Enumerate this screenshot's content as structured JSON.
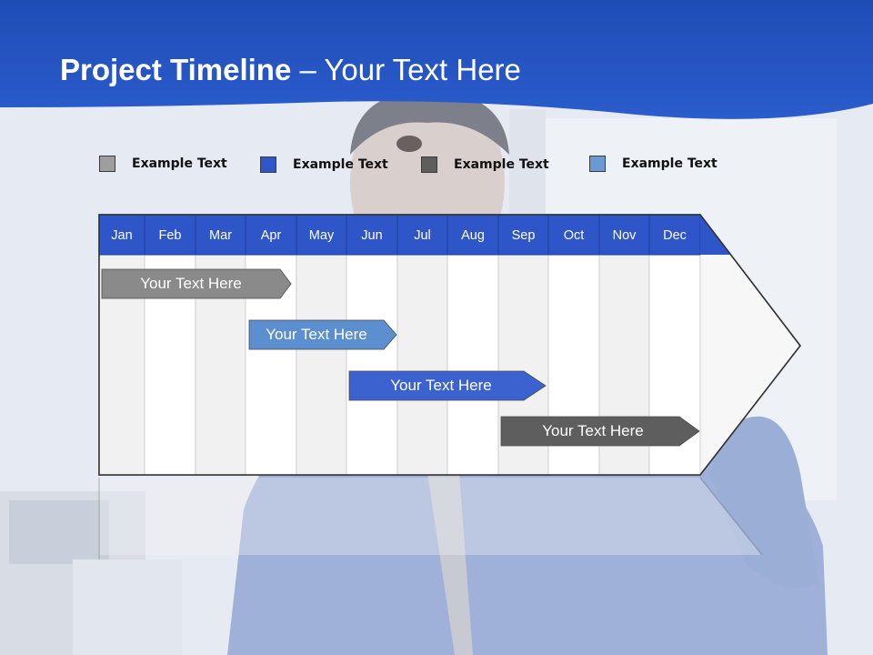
{
  "slide": {
    "title_bold": "Project Timeline",
    "title_rest": " – Your Text Here"
  },
  "legend": [
    {
      "label": "Example Text",
      "color": "#9e9e9e"
    },
    {
      "label": "Example Text",
      "color": "#2f56c8"
    },
    {
      "label": "Example Text",
      "color": "#5e5e5e"
    },
    {
      "label": "Example Text",
      "color": "#6a9ad4"
    }
  ],
  "timeline": {
    "header_color": "#2f56c8",
    "months": [
      "Jan",
      "Feb",
      "Mar",
      "Apr",
      "May",
      "Jun",
      "Jul",
      "Aug",
      "Sep",
      "Oct",
      "Nov",
      "Dec"
    ],
    "tasks": [
      {
        "label": "Your  Text Here",
        "color": "#8a8a8a"
      },
      {
        "label": "Your  Text Here",
        "color": "#5b8fcf"
      },
      {
        "label": "Your  Text Here",
        "color": "#3b62cf"
      },
      {
        "label": "Your  Text Here",
        "color": "#5e5e5e"
      }
    ]
  }
}
